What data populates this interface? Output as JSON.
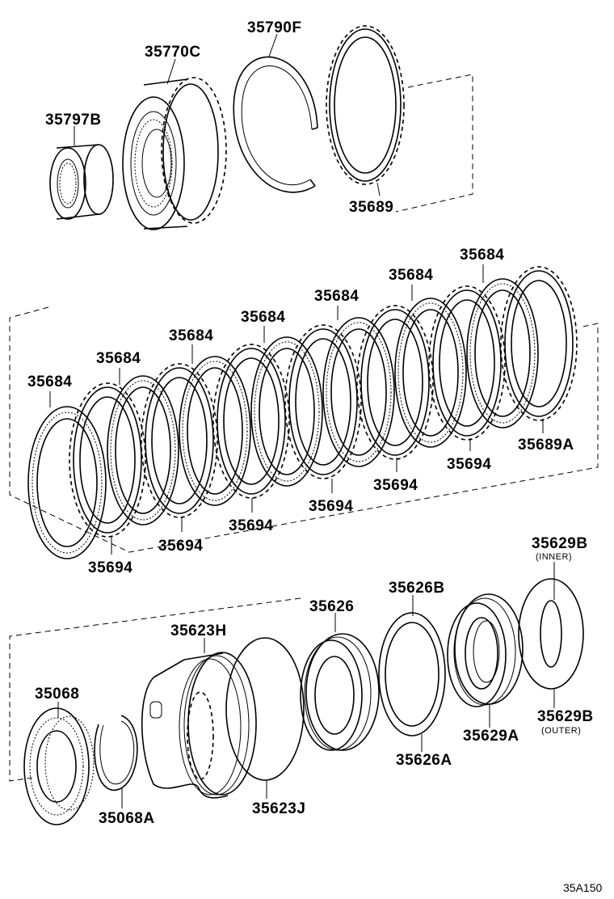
{
  "labels": {
    "p35790F": "35790F",
    "p35770C": "35770C",
    "p35797B": "35797B",
    "p35689": "35689",
    "p35684": "35684",
    "p35694": "35694",
    "p35689A": "35689A",
    "p35629B": "35629B",
    "inner_note": "(INNER)",
    "outer_note": "(OUTER)",
    "p35626B": "35626B",
    "p35626": "35626",
    "p35623H": "35623H",
    "p35068": "35068",
    "p35068A": "35068A",
    "p35623J": "35623J",
    "p35629A": "35629A",
    "p35626A": "35626A",
    "diagram_code": "35A150"
  }
}
